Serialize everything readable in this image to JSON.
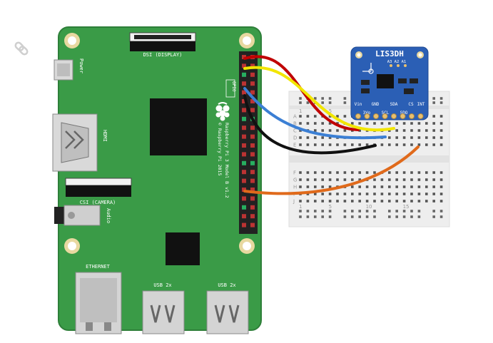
{
  "link_icon": "link-icon",
  "board": {
    "dsi_label": "DSI (DISPLAY)",
    "power_label": "Power",
    "hdmi_label": "HDMI",
    "csi_label": "CSI (CAMERA)",
    "audio_label": "Audio",
    "ethernet_label": "ETHERNET",
    "usb1_label": "USB 2x",
    "usb2_label": "USB 2x",
    "gpio_label": "GPIO",
    "model_line1": "Raspberry Pi 3 Model B v1.2",
    "model_line2": "© Raspberry Pi 2015",
    "color": "#3a9b47"
  },
  "sensor": {
    "name": "LIS3DH",
    "top_pins": "A3 A2 A1",
    "pin_labels_top": [
      "Vin",
      "GND",
      "SDA",
      "CS",
      "INT"
    ],
    "pin_labels_bottom": [
      "3Vo",
      "SCL",
      "SDO"
    ],
    "color": "#2b5fb5"
  },
  "breadboard": {
    "rows": [
      "A",
      "B",
      "C",
      "D",
      "E",
      "F",
      "G",
      "H",
      "I",
      "J"
    ],
    "numbers": [
      "1",
      "5",
      "10",
      "15"
    ]
  },
  "wires": [
    {
      "name": "red",
      "color": "#c00000"
    },
    {
      "name": "yellow",
      "color": "#f2e600"
    },
    {
      "name": "blue",
      "color": "#3b7fd4"
    },
    {
      "name": "black",
      "color": "#111111"
    },
    {
      "name": "orange",
      "color": "#e06a1b"
    }
  ]
}
